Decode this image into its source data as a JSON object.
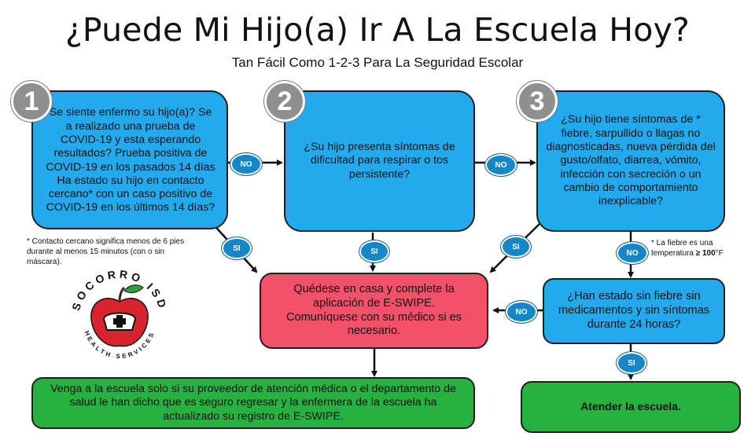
{
  "title": "¿Puede Mi Hijo(a) Ir A La Escuela Hoy?",
  "subtitle": "Tan Fácil Como 1-2-3 Para La Seguridad Escolar",
  "steps": [
    {
      "number": "1",
      "text": "Se siente enfermo su hijo(a)? Se a realizado una prueba de COVID-19 y esta esperando resultados? Prueba positiva de COVID-19 en los pasados 14 días Ha estado su hijo en contacto cercano* con un caso positivo de COVID-19 en los últimos 14 días?"
    },
    {
      "number": "2",
      "text": "¿Su hijo presenta síntomas de dificultad para respirar o tos persistente?"
    },
    {
      "number": "3",
      "text": "¿Su hijo tiene síntomas de * fiebre, sarpullido o llagas no diagnosticadas, nueva pérdida del gusto/olfato, diarrea, vómito, infección con secreción o un cambio de comportamiento inexplicable?"
    }
  ],
  "stay_home": "Quédese en casa y complete la aplicación de E-SWIPE. Comuníquese con su médico si es necesario.",
  "fever_free": "¿Han estado sin fiebre sin medicamentos y sin síntomas durante 24 horas?",
  "return_school": "Venga a la escuela solo si su proveedor de atención médica o el departamento de salud le han dicho que es seguro regresar y la enfermera de la escuela ha actualizado su registro de  E-SWIPE.",
  "attend_school": "Atender la escuela.",
  "labels": {
    "no": "NO",
    "si": "SI"
  },
  "notes": {
    "contact": "* Contacto cercano significa menos de 6 pies durante al menos 15 minutos (con o sin máscara).",
    "fever_prefix": "* La fiebre es una temperatura ",
    "fever_value": "≥ 100",
    "fever_unit": "°F"
  },
  "logo": {
    "top": "SOCORRO ISD",
    "bottom": "HEALTH SERVICES"
  },
  "colors": {
    "blue": "#22a9ee",
    "red": "#f3506a",
    "green": "#27b141",
    "pill": "#1687c6",
    "step": "#8f8f8f"
  }
}
